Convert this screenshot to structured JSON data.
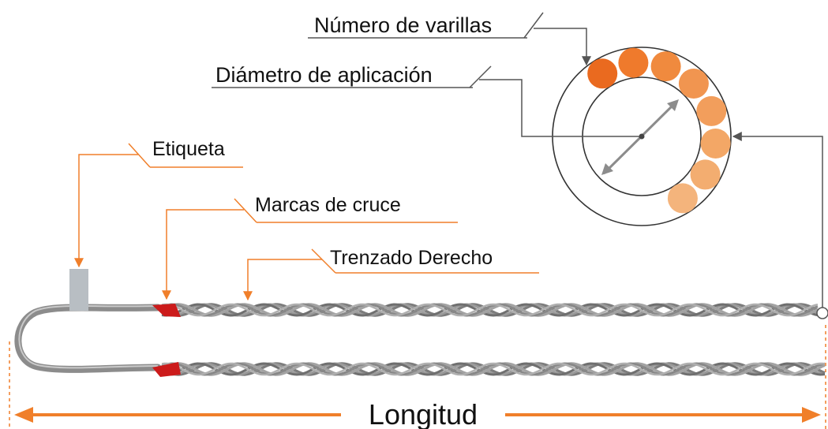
{
  "labels": {
    "rod_count": "Número de varillas",
    "application_diameter": "Diámetro de aplicación",
    "tag": "Etiqueta",
    "crossover_marks": "Marcas de cruce",
    "right_lay": "Trenzado Derecho",
    "length": "Longitud"
  },
  "colors": {
    "orange_accent": "#f07f2a",
    "leader_gray": "#555555",
    "rod_gray": "#8c8c8c",
    "crossover_red": "#cc1b1b",
    "tag_gray": "#b8bec3",
    "rod_circle_colors": [
      "#ea6a1f",
      "#ef7a2c",
      "#f08a3e",
      "#f19550",
      "#f29e5c",
      "#f3a766",
      "#f3ad70",
      "#f4b47c"
    ]
  },
  "rod_circles": {
    "count": 8
  }
}
